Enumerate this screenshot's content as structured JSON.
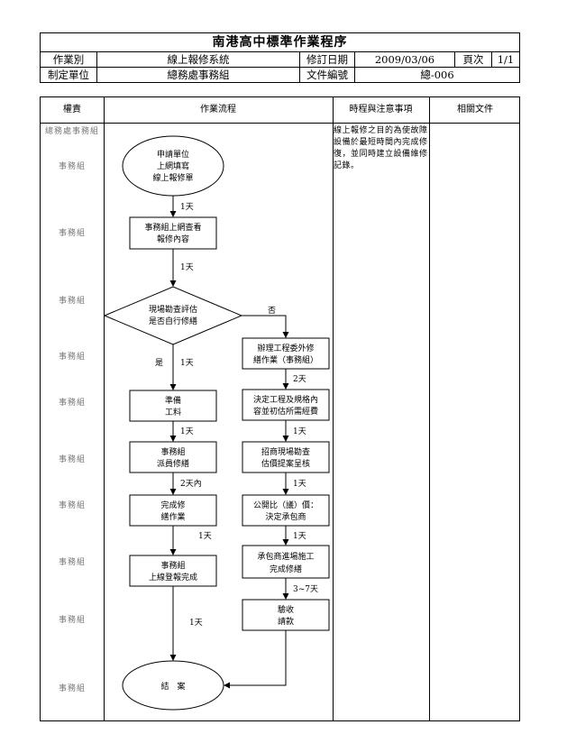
{
  "header": {
    "title": "南港高中標準作業程序",
    "row1": {
      "k1": "作業別",
      "v1": "線上報修系統",
      "k2": "修訂日期",
      "v2": "2009/03/06",
      "k3": "頁次",
      "v3": "1/1"
    },
    "row2": {
      "k1": "制定單位",
      "v1": "總務處事務組",
      "k2": "文件編號",
      "v2": "總-006"
    }
  },
  "columns": {
    "c1": "權責",
    "c2": "作業流程",
    "c3": "時程與注意事項",
    "c4": "相關文件"
  },
  "roles": [
    "總務處事務組",
    "事務組",
    "事務組",
    "事務組",
    "事務組",
    "事務組",
    "事務組",
    "事務組",
    "事務組",
    "事務組"
  ],
  "notes": "線上報修之目的為使故障設備於最短時間內完成修復，並同時建立設備維修記錄。",
  "flow": {
    "start": [
      "申請單位",
      "上網填寫",
      "線上報修單"
    ],
    "s1": [
      "事務組上網查看",
      "報修內容"
    ],
    "decision": [
      "現場勘查評估",
      "是否自行修繕"
    ],
    "l1": [
      "準備",
      "工料"
    ],
    "l2": [
      "事務組",
      "派員修繕"
    ],
    "l3": [
      "完成修",
      "繕作業"
    ],
    "l4": [
      "事務組",
      "上線登報完成"
    ],
    "r1": [
      "辦理工程委外修",
      "繕作業（事務組）"
    ],
    "r2": [
      "決定工程及規格內",
      "容並初估所需經費"
    ],
    "r3": [
      "招商現場勘查",
      "估價提案呈核"
    ],
    "r4": [
      "公開比（議）價：",
      "決定承包商"
    ],
    "r5": [
      "承包商進場施工",
      "完成修繕"
    ],
    "r6": [
      "驗收",
      "請款"
    ],
    "end": "結　案",
    "labels": {
      "a1": "1天",
      "a2": "1天",
      "yes": "是",
      "yes_days": "1天",
      "no": "否",
      "a3": "1天",
      "a4": "2天內",
      "a5": "1天",
      "a6": "1天",
      "b1": "2天",
      "b2": "1天",
      "b3": "1天",
      "b4": "1天",
      "b5": "3~7天"
    }
  }
}
